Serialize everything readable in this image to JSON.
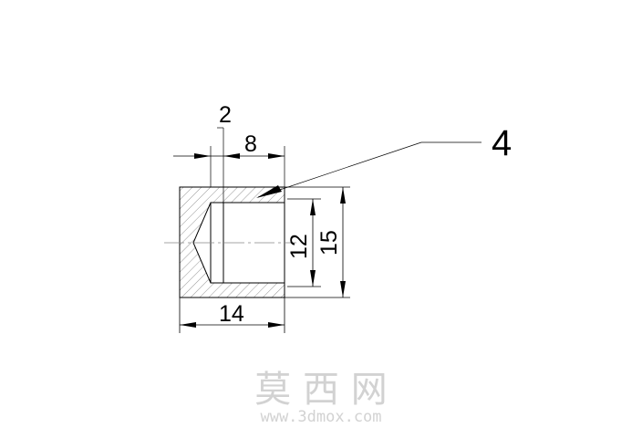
{
  "drawing": {
    "dimensions": {
      "top_small": "2",
      "top_inner": "8",
      "bottom_length": "14",
      "right_inner_height": "12",
      "right_outer_height": "15"
    },
    "part_callout": "4"
  },
  "watermark": {
    "brand_cn": "莫 西 网",
    "url": "www.3dmox.com"
  },
  "colors": {
    "line": "#000000",
    "hatch": "#7a7a7a",
    "centerline": "#888888",
    "watermark": "#d2d2d2"
  }
}
